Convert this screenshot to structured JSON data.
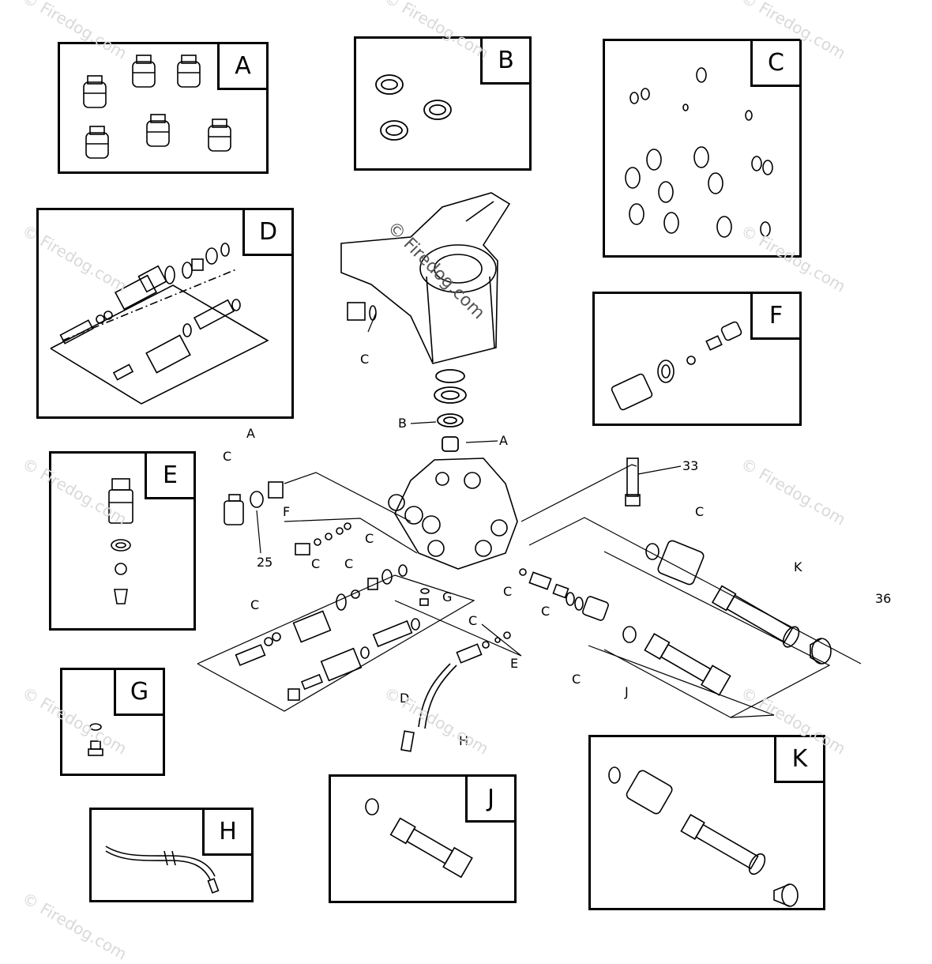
{
  "watermark": "© Firedog.com",
  "insets": {
    "A": {
      "letter": "A"
    },
    "B": {
      "letter": "B"
    },
    "C": {
      "letter": "C"
    },
    "D": {
      "letter": "D"
    },
    "E": {
      "letter": "E"
    },
    "F": {
      "letter": "F"
    },
    "G": {
      "letter": "G"
    },
    "H": {
      "letter": "H"
    },
    "J": {
      "letter": "J"
    },
    "K": {
      "letter": "K"
    }
  },
  "callouts": {
    "housing_c": "C",
    "b": "B",
    "a_main": "A",
    "a_left": "A",
    "c_left": "C",
    "n25": "25",
    "f": "F",
    "c_f": "C",
    "c_d1": "C",
    "c_d2": "C",
    "c_d3": "C",
    "g": "G",
    "d": "D",
    "c_e": "C",
    "e": "E",
    "h": "H",
    "c_mid": "C",
    "c_mid2": "C",
    "c_j": "C",
    "j": "J",
    "n33": "33",
    "c_k": "C",
    "k": "K",
    "n36": "36"
  }
}
